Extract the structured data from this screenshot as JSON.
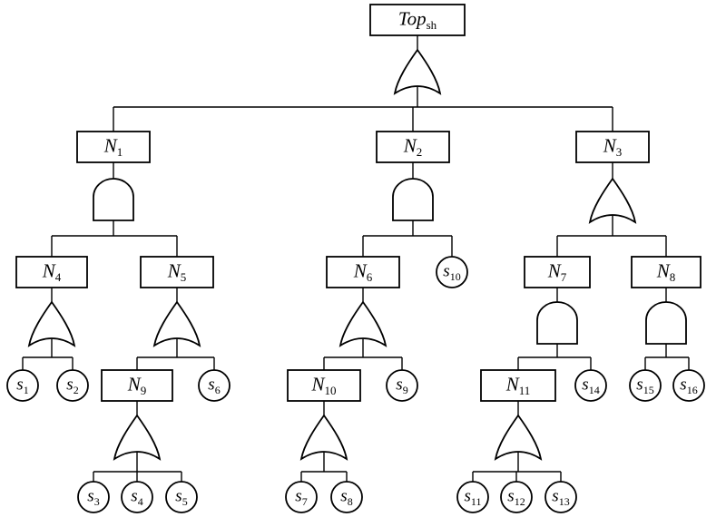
{
  "figure": {
    "type": "fault-tree",
    "background": "#ffffff",
    "line_color": "#000000",
    "node_fill": "#ffffff"
  },
  "nodes": {
    "top": {
      "main": "Top",
      "sub": "sh",
      "type": "top-event",
      "gate": "or"
    },
    "N1": {
      "main": "N",
      "sub": "1",
      "type": "intermediate-event",
      "gate": "and"
    },
    "N2": {
      "main": "N",
      "sub": "2",
      "type": "intermediate-event",
      "gate": "and"
    },
    "N3": {
      "main": "N",
      "sub": "3",
      "type": "intermediate-event",
      "gate": "or"
    },
    "N4": {
      "main": "N",
      "sub": "4",
      "type": "intermediate-event",
      "gate": "or"
    },
    "N5": {
      "main": "N",
      "sub": "5",
      "type": "intermediate-event",
      "gate": "or"
    },
    "N6": {
      "main": "N",
      "sub": "6",
      "type": "intermediate-event",
      "gate": "or"
    },
    "N7": {
      "main": "N",
      "sub": "7",
      "type": "intermediate-event",
      "gate": "and"
    },
    "N8": {
      "main": "N",
      "sub": "8",
      "type": "intermediate-event",
      "gate": "and"
    },
    "N9": {
      "main": "N",
      "sub": "9",
      "type": "intermediate-event",
      "gate": "or"
    },
    "N10": {
      "main": "N",
      "sub": "10",
      "type": "intermediate-event",
      "gate": "or"
    },
    "N11": {
      "main": "N",
      "sub": "11",
      "type": "intermediate-event",
      "gate": "or"
    },
    "s1": {
      "main": "s",
      "sub": "1",
      "type": "basic-event"
    },
    "s2": {
      "main": "s",
      "sub": "2",
      "type": "basic-event"
    },
    "s3": {
      "main": "s",
      "sub": "3",
      "type": "basic-event"
    },
    "s4": {
      "main": "s",
      "sub": "4",
      "type": "basic-event"
    },
    "s5": {
      "main": "s",
      "sub": "5",
      "type": "basic-event"
    },
    "s6": {
      "main": "s",
      "sub": "6",
      "type": "basic-event"
    },
    "s7": {
      "main": "s",
      "sub": "7",
      "type": "basic-event"
    },
    "s8": {
      "main": "s",
      "sub": "8",
      "type": "basic-event"
    },
    "s9": {
      "main": "s",
      "sub": "9",
      "type": "basic-event"
    },
    "s10": {
      "main": "s",
      "sub": "10",
      "type": "basic-event"
    },
    "s11": {
      "main": "s",
      "sub": "11",
      "type": "basic-event"
    },
    "s12": {
      "main": "s",
      "sub": "12",
      "type": "basic-event"
    },
    "s13": {
      "main": "s",
      "sub": "13",
      "type": "basic-event"
    },
    "s14": {
      "main": "s",
      "sub": "14",
      "type": "basic-event"
    },
    "s15": {
      "main": "s",
      "sub": "15",
      "type": "basic-event"
    },
    "s16": {
      "main": "s",
      "sub": "16",
      "type": "basic-event"
    }
  },
  "edges": [
    [
      "top",
      "N1"
    ],
    [
      "top",
      "N2"
    ],
    [
      "top",
      "N3"
    ],
    [
      "N1",
      "N4"
    ],
    [
      "N1",
      "N5"
    ],
    [
      "N2",
      "N6"
    ],
    [
      "N2",
      "s10"
    ],
    [
      "N3",
      "N7"
    ],
    [
      "N3",
      "N8"
    ],
    [
      "N4",
      "s1"
    ],
    [
      "N4",
      "s2"
    ],
    [
      "N5",
      "N9"
    ],
    [
      "N5",
      "s6"
    ],
    [
      "N6",
      "N10"
    ],
    [
      "N6",
      "s9"
    ],
    [
      "N7",
      "N11"
    ],
    [
      "N7",
      "s14"
    ],
    [
      "N8",
      "s15"
    ],
    [
      "N8",
      "s16"
    ],
    [
      "N9",
      "s3"
    ],
    [
      "N9",
      "s4"
    ],
    [
      "N9",
      "s5"
    ],
    [
      "N10",
      "s7"
    ],
    [
      "N10",
      "s8"
    ],
    [
      "N11",
      "s11"
    ],
    [
      "N11",
      "s12"
    ],
    [
      "N11",
      "s13"
    ]
  ]
}
